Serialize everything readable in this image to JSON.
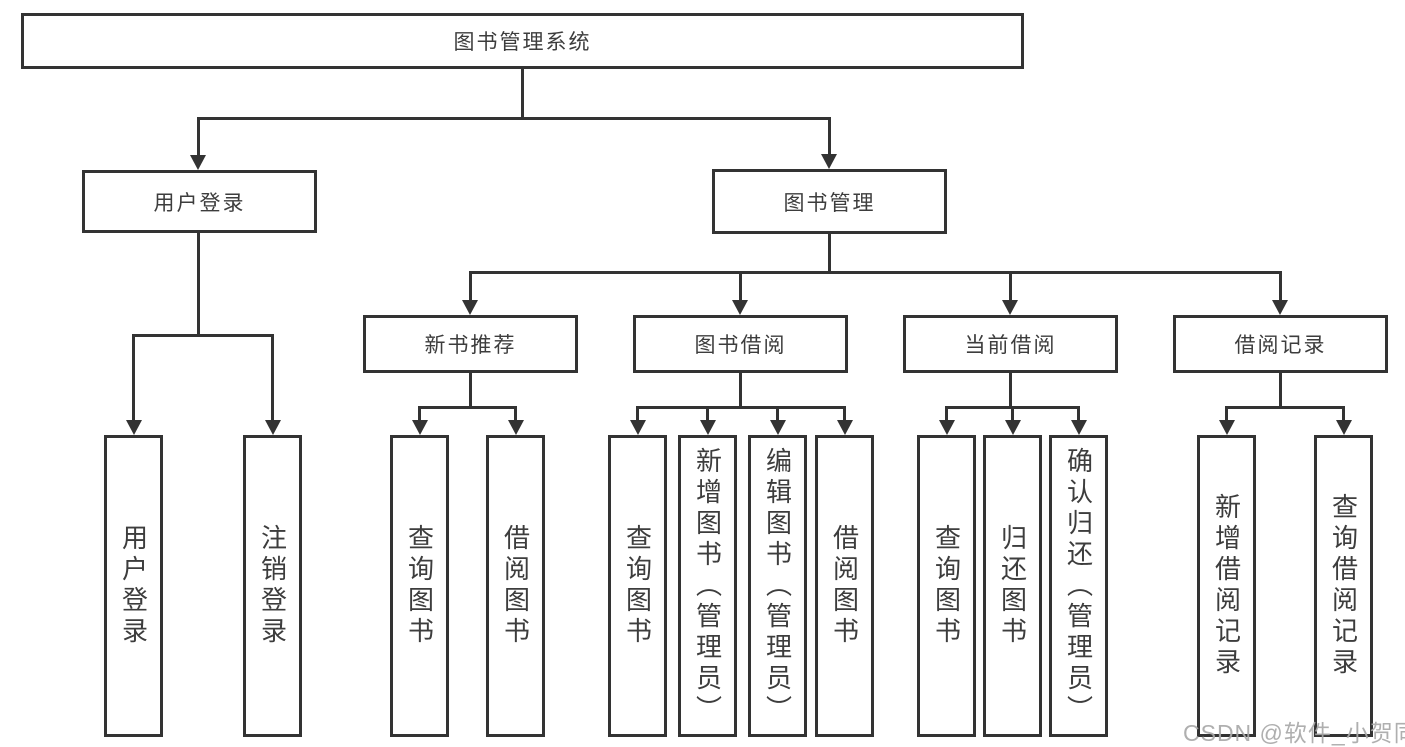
{
  "diagram": {
    "root": "图书管理系统",
    "tree": [
      {
        "label": "用户登录",
        "children": [
          "用户登录",
          "注销登录"
        ]
      },
      {
        "label": "图书管理",
        "children": [
          {
            "label": "新书推荐",
            "children": [
              "查询图书",
              "借阅图书"
            ]
          },
          {
            "label": "图书借阅",
            "children": [
              "查询图书",
              "新增图书（管理员）",
              "编辑图书（管理员）",
              "借阅图书"
            ]
          },
          {
            "label": "当前借阅",
            "children": [
              "查询图书",
              "归还图书",
              "确认归还（管理员）"
            ]
          },
          {
            "label": "借阅记录",
            "children": [
              "新增借阅记录",
              "查询借阅记录"
            ]
          }
        ]
      }
    ]
  },
  "watermark": {
    "text": "CSDN @软件_小贺同学"
  },
  "colors": {
    "line": "#333333",
    "text": "#3d3d3d",
    "watermark": "#a8a8a8",
    "background": "#ffffff"
  }
}
